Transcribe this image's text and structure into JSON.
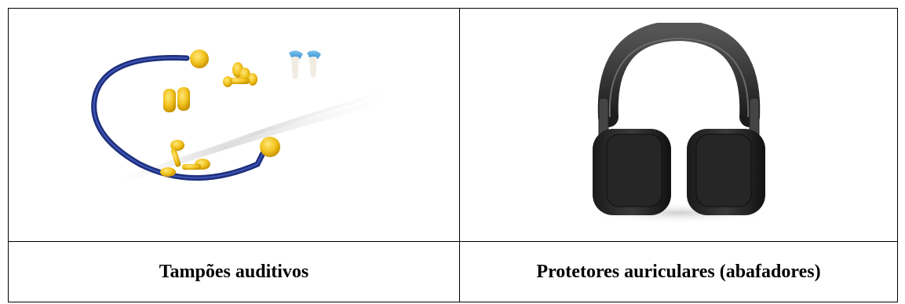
{
  "table": {
    "cells": [
      {
        "caption": "Tampões auditivos",
        "image": "earplugs-image"
      },
      {
        "caption": "Protetores auriculares (abafadores)",
        "image": "earmuffs-image"
      }
    ]
  }
}
